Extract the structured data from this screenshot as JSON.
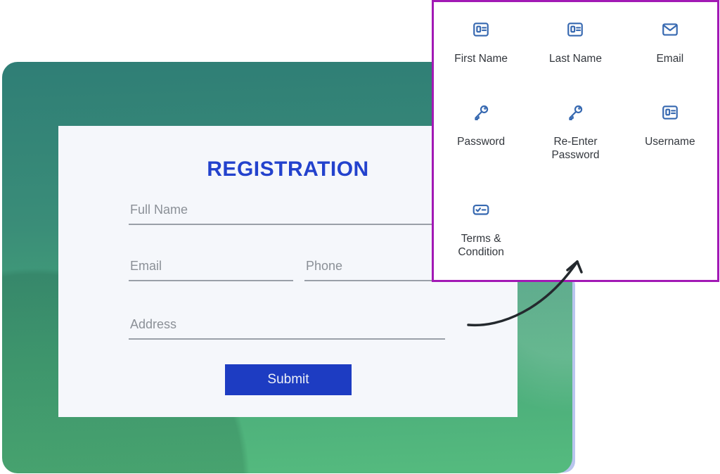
{
  "form": {
    "title": "REGISTRATION",
    "fields": {
      "full_name": {
        "placeholder": "Full Name"
      },
      "email": {
        "placeholder": "Email"
      },
      "phone": {
        "placeholder": "Phone"
      },
      "address": {
        "placeholder": "Address"
      }
    },
    "submit_label": "Submit"
  },
  "legend_panel": {
    "items": [
      {
        "icon": "id-card-icon",
        "label": "First Name"
      },
      {
        "icon": "id-card-icon",
        "label": "Last Name"
      },
      {
        "icon": "envelope-icon",
        "label": "Email"
      },
      {
        "icon": "key-icon",
        "label": "Password"
      },
      {
        "icon": "key-icon",
        "label": "Re-Enter Password"
      },
      {
        "icon": "id-card-icon",
        "label": "Username"
      },
      {
        "icon": "checkbox-icon",
        "label": "Terms & Condition"
      }
    ]
  },
  "colors": {
    "accent_blue": "#2342cd",
    "button_blue": "#1d3cc2",
    "icon_blue": "#3668b0",
    "panel_border_purple": "#a219b5",
    "green_top": "#2f7e76",
    "green_bottom": "#55bb7e",
    "form_card_bg": "#f5f7fb",
    "back_card_lavender": "#b9c5ee",
    "label_gray": "#8b9097"
  }
}
